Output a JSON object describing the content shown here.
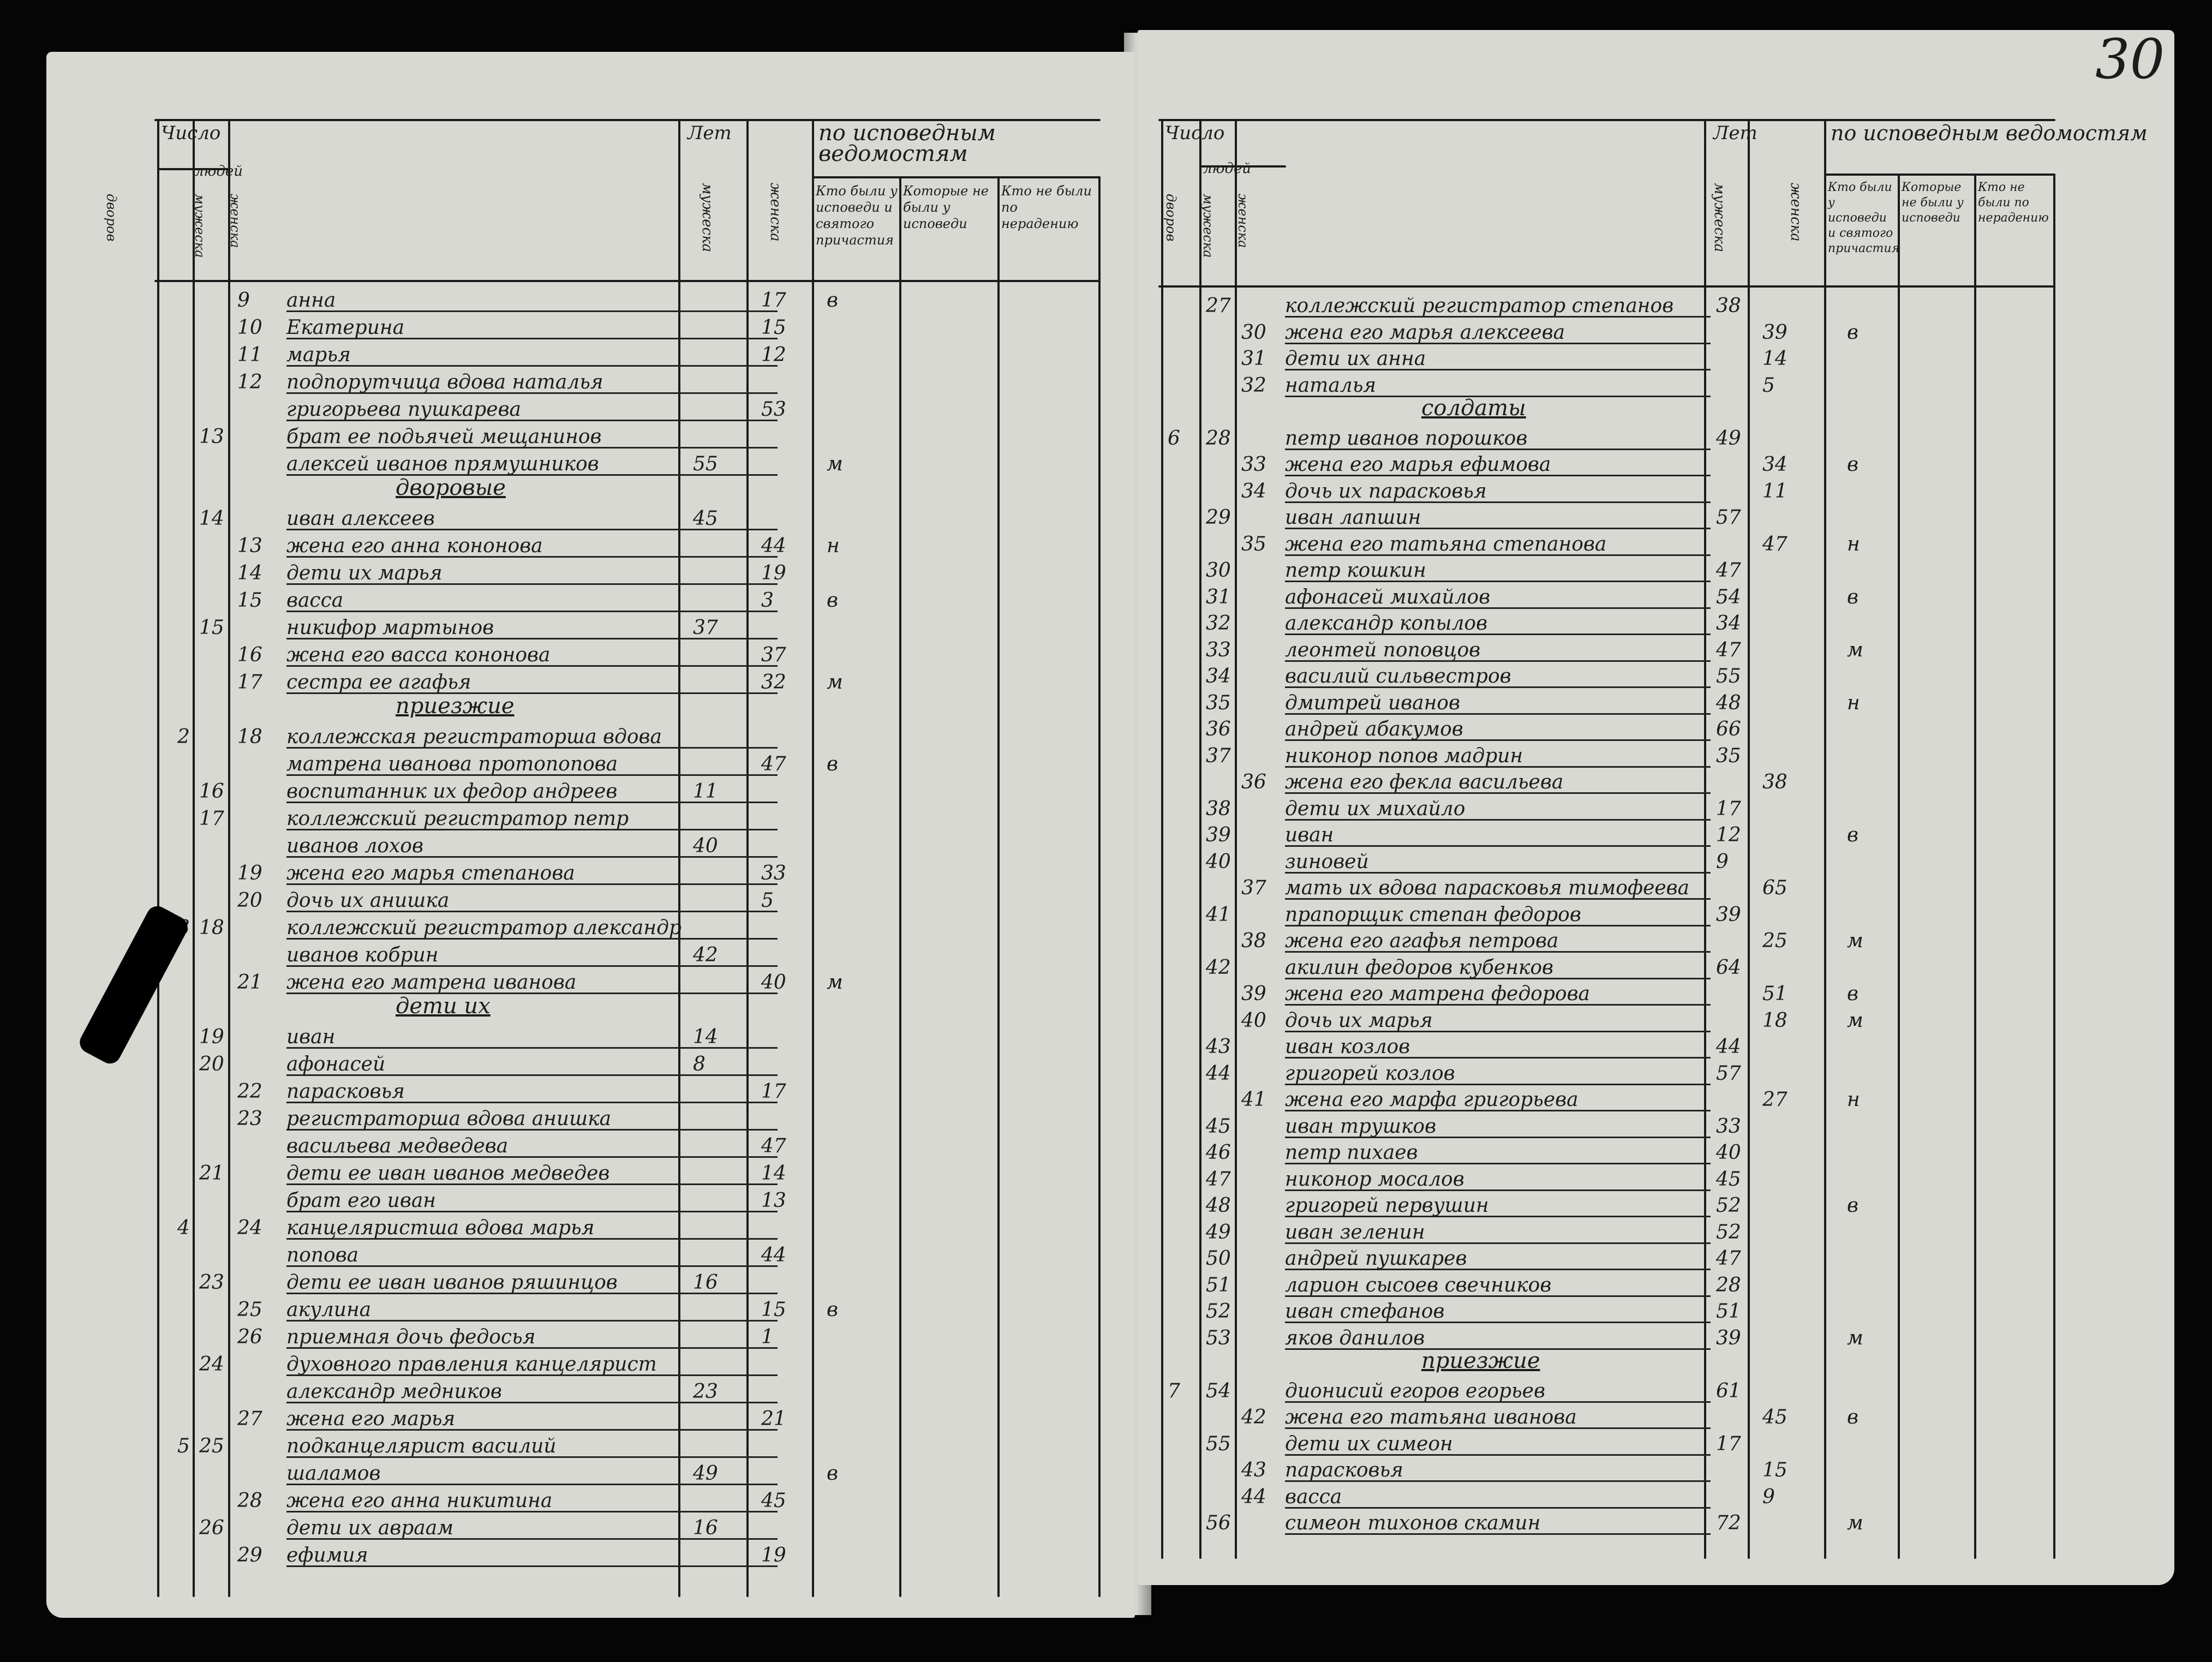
{
  "folio": "30",
  "left_page": {
    "headers": {
      "col_group": "Число",
      "col_persons": "людей",
      "col_households": "дворов",
      "col_male": "мужеска",
      "col_female": "женска",
      "age_group": "Лет",
      "age_male": "мужеска",
      "age_female": "женска",
      "confession_group": "по исповедным ведомостям",
      "col_prayed": "Кто были у исповеди и святого причастия",
      "col_not_prayed": "Которые не были у исповеди",
      "col_no_reason": "Кто не были по нерадению"
    },
    "rows": [
      {
        "hh": "",
        "m": "",
        "f": "9",
        "name": "анна",
        "am": "",
        "af": "17",
        "mark": "в"
      },
      {
        "hh": "",
        "m": "",
        "f": "10",
        "name": "Екатерина",
        "am": "",
        "af": "15",
        "mark": ""
      },
      {
        "hh": "",
        "m": "",
        "f": "11",
        "name": "марья",
        "am": "",
        "af": "12",
        "mark": ""
      },
      {
        "hh": "",
        "m": "",
        "f": "12",
        "name": "подпорутчица вдова наталья",
        "am": "",
        "af": "",
        "mark": ""
      },
      {
        "hh": "",
        "m": "",
        "f": "",
        "name": "григорьева пушкарева",
        "am": "",
        "af": "53",
        "mark": ""
      },
      {
        "hh": "",
        "m": "13",
        "f": "",
        "name": "брат ее подьячей мещанинов",
        "am": "",
        "af": "",
        "mark": ""
      },
      {
        "hh": "",
        "m": "",
        "f": "",
        "name": "алексей иванов прямушников",
        "am": "55",
        "af": "",
        "mark": "м"
      },
      {
        "sub": "дворовые"
      },
      {
        "hh": "",
        "m": "14",
        "f": "",
        "name": "иван алексеев",
        "am": "45",
        "af": "",
        "mark": ""
      },
      {
        "hh": "",
        "m": "",
        "f": "13",
        "name": "жена его анна кононова",
        "am": "",
        "af": "44",
        "mark": "н"
      },
      {
        "hh": "",
        "m": "",
        "f": "14",
        "name": "дети их марья",
        "am": "",
        "af": "19",
        "mark": ""
      },
      {
        "hh": "",
        "m": "",
        "f": "15",
        "name": "васса",
        "am": "",
        "af": "3",
        "mark": "в"
      },
      {
        "hh": "",
        "m": "15",
        "f": "",
        "name": "никифор мартынов",
        "am": "37",
        "af": "",
        "mark": ""
      },
      {
        "hh": "",
        "m": "",
        "f": "16",
        "name": "жена его васса кононова",
        "am": "",
        "af": "37",
        "mark": ""
      },
      {
        "hh": "",
        "m": "",
        "f": "17",
        "name": "сестра ее агафья",
        "am": "",
        "af": "32",
        "mark": "м"
      },
      {
        "sub": "приезжие"
      },
      {
        "hh": "2",
        "m": "",
        "f": "18",
        "name": "коллежская регистраторша вдова",
        "am": "",
        "af": "",
        "mark": ""
      },
      {
        "hh": "",
        "m": "",
        "f": "",
        "name": "матрена иванова протопопова",
        "am": "",
        "af": "47",
        "mark": "в"
      },
      {
        "hh": "",
        "m": "16",
        "f": "",
        "name": "воспитанник их федор андреев",
        "am": "11",
        "af": "",
        "mark": ""
      },
      {
        "hh": "",
        "m": "17",
        "f": "",
        "name": "коллежский регистратор петр",
        "am": "",
        "af": "",
        "mark": ""
      },
      {
        "hh": "",
        "m": "",
        "f": "",
        "name": "иванов лохов",
        "am": "40",
        "af": "",
        "mark": ""
      },
      {
        "hh": "",
        "m": "",
        "f": "19",
        "name": "жена его марья степанова",
        "am": "",
        "af": "33",
        "mark": ""
      },
      {
        "hh": "",
        "m": "",
        "f": "20",
        "name": "дочь их анишка",
        "am": "",
        "af": "5",
        "mark": ""
      },
      {
        "hh": "3",
        "m": "18",
        "f": "",
        "name": "коллежский регистратор александр",
        "am": "",
        "af": "",
        "mark": ""
      },
      {
        "hh": "",
        "m": "",
        "f": "",
        "name": "иванов кобрин",
        "am": "42",
        "af": "",
        "mark": ""
      },
      {
        "hh": "",
        "m": "",
        "f": "21",
        "name": "жена его матрена иванова",
        "am": "",
        "af": "40",
        "mark": "м"
      },
      {
        "sub": "дети их"
      },
      {
        "hh": "",
        "m": "19",
        "f": "",
        "name": "иван",
        "am": "14",
        "af": "",
        "mark": ""
      },
      {
        "hh": "",
        "m": "20",
        "f": "",
        "name": "афонасей",
        "am": "8",
        "af": "",
        "mark": ""
      },
      {
        "hh": "",
        "m": "",
        "f": "22",
        "name": "парасковья",
        "am": "",
        "af": "17",
        "mark": ""
      },
      {
        "hh": "",
        "m": "",
        "f": "23",
        "name": "регистраторша вдова анишка",
        "am": "",
        "af": "",
        "mark": ""
      },
      {
        "hh": "",
        "m": "",
        "f": "",
        "name": "васильева медведева",
        "am": "",
        "af": "47",
        "mark": ""
      },
      {
        "hh": "",
        "m": "21",
        "f": "",
        "name": "дети ее иван иванов медведев",
        "am": "",
        "af": "14",
        "mark": ""
      },
      {
        "hh": "",
        "m": "",
        "f": "",
        "name": "брат его иван",
        "am": "",
        "af": "13",
        "mark": ""
      },
      {
        "hh": "4",
        "m": "",
        "f": "24",
        "name": "канцеляристша вдова марья",
        "am": "",
        "af": "",
        "mark": ""
      },
      {
        "hh": "",
        "m": "",
        "f": "",
        "name": "попова",
        "am": "",
        "af": "44",
        "mark": ""
      },
      {
        "hh": "",
        "m": "23",
        "f": "",
        "name": "дети ее иван иванов ряшинцов",
        "am": "16",
        "af": "",
        "mark": ""
      },
      {
        "hh": "",
        "m": "",
        "f": "25",
        "name": "акулина",
        "am": "",
        "af": "15",
        "mark": "в"
      },
      {
        "hh": "",
        "m": "",
        "f": "26",
        "name": "приемная дочь федосья",
        "am": "",
        "af": "1",
        "mark": ""
      },
      {
        "hh": "",
        "m": "24",
        "f": "",
        "name": "духовного правления канцелярист",
        "am": "",
        "af": "",
        "mark": ""
      },
      {
        "hh": "",
        "m": "",
        "f": "",
        "name": "александр медников",
        "am": "23",
        "af": "",
        "mark": ""
      },
      {
        "hh": "",
        "m": "",
        "f": "27",
        "name": "жена его марья",
        "am": "",
        "af": "21",
        "mark": ""
      },
      {
        "hh": "5",
        "m": "25",
        "f": "",
        "name": "подканцелярист василий",
        "am": "",
        "af": "",
        "mark": ""
      },
      {
        "hh": "",
        "m": "",
        "f": "",
        "name": "шаламов",
        "am": "49",
        "af": "",
        "mark": "в"
      },
      {
        "hh": "",
        "m": "",
        "f": "28",
        "name": "жена его анна никитина",
        "am": "",
        "af": "45",
        "mark": ""
      },
      {
        "hh": "",
        "m": "26",
        "f": "",
        "name": "дети их авраам",
        "am": "16",
        "af": "",
        "mark": ""
      },
      {
        "hh": "",
        "m": "",
        "f": "29",
        "name": "ефимия",
        "am": "",
        "af": "19",
        "mark": ""
      }
    ]
  },
  "right_page": {
    "headers": {
      "col_group": "Число",
      "col_persons": "людей",
      "col_households": "дворов",
      "col_male": "мужеска",
      "col_female": "женска",
      "age_group": "Лет",
      "age_male": "мужеска",
      "age_female": "женска",
      "confession_group": "по исповедным ведомостям",
      "col_prayed": "Кто были у исповеди и святого причастия",
      "col_not_prayed": "Которые не были у исповеди",
      "col_no_reason": "Кто не были по нерадению"
    },
    "rows": [
      {
        "hh": "",
        "m": "27",
        "f": "",
        "name": "коллежский регистратор степанов",
        "am": "38",
        "af": "",
        "mark": ""
      },
      {
        "hh": "",
        "m": "",
        "f": "30",
        "name": "жена его марья алексеева",
        "am": "",
        "af": "39",
        "mark": "в"
      },
      {
        "hh": "",
        "m": "",
        "f": "31",
        "name": "дети их анна",
        "am": "",
        "af": "14",
        "mark": ""
      },
      {
        "hh": "",
        "m": "",
        "f": "32",
        "name": "наталья",
        "am": "",
        "af": "5",
        "mark": ""
      },
      {
        "sub": "солдаты"
      },
      {
        "hh": "6",
        "m": "28",
        "f": "",
        "name": "петр иванов порошков",
        "am": "49",
        "af": "",
        "mark": ""
      },
      {
        "hh": "",
        "m": "",
        "f": "33",
        "name": "жена его марья ефимова",
        "am": "",
        "af": "34",
        "mark": "в"
      },
      {
        "hh": "",
        "m": "",
        "f": "34",
        "name": "дочь их парасковья",
        "am": "",
        "af": "11",
        "mark": ""
      },
      {
        "hh": "",
        "m": "29",
        "f": "",
        "name": "иван лапшин",
        "am": "57",
        "af": "",
        "mark": ""
      },
      {
        "hh": "",
        "m": "",
        "f": "35",
        "name": "жена его татьяна степанова",
        "am": "",
        "af": "47",
        "mark": "н"
      },
      {
        "hh": "",
        "m": "30",
        "f": "",
        "name": "петр кошкин",
        "am": "47",
        "af": "",
        "mark": ""
      },
      {
        "hh": "",
        "m": "31",
        "f": "",
        "name": "афонасей михайлов",
        "am": "54",
        "af": "",
        "mark": "в"
      },
      {
        "hh": "",
        "m": "32",
        "f": "",
        "name": "александр копылов",
        "am": "34",
        "af": "",
        "mark": ""
      },
      {
        "hh": "",
        "m": "33",
        "f": "",
        "name": "леонтей поповцов",
        "am": "47",
        "af": "",
        "mark": "м"
      },
      {
        "hh": "",
        "m": "34",
        "f": "",
        "name": "василий сильвестров",
        "am": "55",
        "af": "",
        "mark": ""
      },
      {
        "hh": "",
        "m": "35",
        "f": "",
        "name": "дмитрей иванов",
        "am": "48",
        "af": "",
        "mark": "н"
      },
      {
        "hh": "",
        "m": "36",
        "f": "",
        "name": "андрей абакумов",
        "am": "66",
        "af": "",
        "mark": ""
      },
      {
        "hh": "",
        "m": "37",
        "f": "",
        "name": "никонор попов мадрин",
        "am": "35",
        "af": "",
        "mark": ""
      },
      {
        "hh": "",
        "m": "",
        "f": "36",
        "name": "жена его фекла васильева",
        "am": "",
        "af": "38",
        "mark": ""
      },
      {
        "hh": "",
        "m": "38",
        "f": "",
        "name": "дети их михайло",
        "am": "17",
        "af": "",
        "mark": ""
      },
      {
        "hh": "",
        "m": "39",
        "f": "",
        "name": "иван",
        "am": "12",
        "af": "",
        "mark": "в"
      },
      {
        "hh": "",
        "m": "40",
        "f": "",
        "name": "зиновей",
        "am": "9",
        "af": "",
        "mark": ""
      },
      {
        "hh": "",
        "m": "",
        "f": "37",
        "name": "мать их вдова парасковья тимофеева",
        "am": "",
        "af": "65",
        "mark": ""
      },
      {
        "hh": "",
        "m": "41",
        "f": "",
        "name": "прапорщик степан федоров",
        "am": "39",
        "af": "",
        "mark": ""
      },
      {
        "hh": "",
        "m": "",
        "f": "38",
        "name": "жена его агафья петрова",
        "am": "",
        "af": "25",
        "mark": "м"
      },
      {
        "hh": "",
        "m": "42",
        "f": "",
        "name": "акилин федоров кубенков",
        "am": "64",
        "af": "",
        "mark": ""
      },
      {
        "hh": "",
        "m": "",
        "f": "39",
        "name": "жена его матрена федорова",
        "am": "",
        "af": "51",
        "mark": "в"
      },
      {
        "hh": "",
        "m": "",
        "f": "40",
        "name": "дочь их марья",
        "am": "",
        "af": "18",
        "mark": "м"
      },
      {
        "hh": "",
        "m": "43",
        "f": "",
        "name": "иван козлов",
        "am": "44",
        "af": "",
        "mark": ""
      },
      {
        "hh": "",
        "m": "44",
        "f": "",
        "name": "григорей козлов",
        "am": "57",
        "af": "",
        "mark": ""
      },
      {
        "hh": "",
        "m": "",
        "f": "41",
        "name": "жена его марфа григорьева",
        "am": "",
        "af": "27",
        "mark": "н"
      },
      {
        "hh": "",
        "m": "45",
        "f": "",
        "name": "иван трушков",
        "am": "33",
        "af": "",
        "mark": ""
      },
      {
        "hh": "",
        "m": "46",
        "f": "",
        "name": "петр пихаев",
        "am": "40",
        "af": "",
        "mark": ""
      },
      {
        "hh": "",
        "m": "47",
        "f": "",
        "name": "никонор мосалов",
        "am": "45",
        "af": "",
        "mark": ""
      },
      {
        "hh": "",
        "m": "48",
        "f": "",
        "name": "григорей первушин",
        "am": "52",
        "af": "",
        "mark": "в"
      },
      {
        "hh": "",
        "m": "49",
        "f": "",
        "name": "иван зеленин",
        "am": "52",
        "af": "",
        "mark": ""
      },
      {
        "hh": "",
        "m": "50",
        "f": "",
        "name": "андрей пушкарев",
        "am": "47",
        "af": "",
        "mark": ""
      },
      {
        "hh": "",
        "m": "51",
        "f": "",
        "name": "ларион сысоев свечников",
        "am": "28",
        "af": "",
        "mark": ""
      },
      {
        "hh": "",
        "m": "52",
        "f": "",
        "name": "иван стефанов",
        "am": "51",
        "af": "",
        "mark": ""
      },
      {
        "hh": "",
        "m": "53",
        "f": "",
        "name": "яков данилов",
        "am": "39",
        "af": "",
        "mark": "м"
      },
      {
        "sub": "приезжие"
      },
      {
        "hh": "7",
        "m": "54",
        "f": "",
        "name": "дионисий егоров егорьев",
        "am": "61",
        "af": "",
        "mark": ""
      },
      {
        "hh": "",
        "m": "",
        "f": "42",
        "name": "жена его татьяна иванова",
        "am": "",
        "af": "45",
        "mark": "в"
      },
      {
        "hh": "",
        "m": "55",
        "f": "",
        "name": "дети их симеон",
        "am": "17",
        "af": "",
        "mark": ""
      },
      {
        "hh": "",
        "m": "",
        "f": "43",
        "name": "парасковья",
        "am": "",
        "af": "15",
        "mark": ""
      },
      {
        "hh": "",
        "m": "",
        "f": "44",
        "name": "васса",
        "am": "",
        "af": "9",
        "mark": ""
      },
      {
        "hh": "",
        "m": "56",
        "f": "",
        "name": "симеон тихонов скамин",
        "am": "72",
        "af": "",
        "mark": "м"
      }
    ]
  }
}
